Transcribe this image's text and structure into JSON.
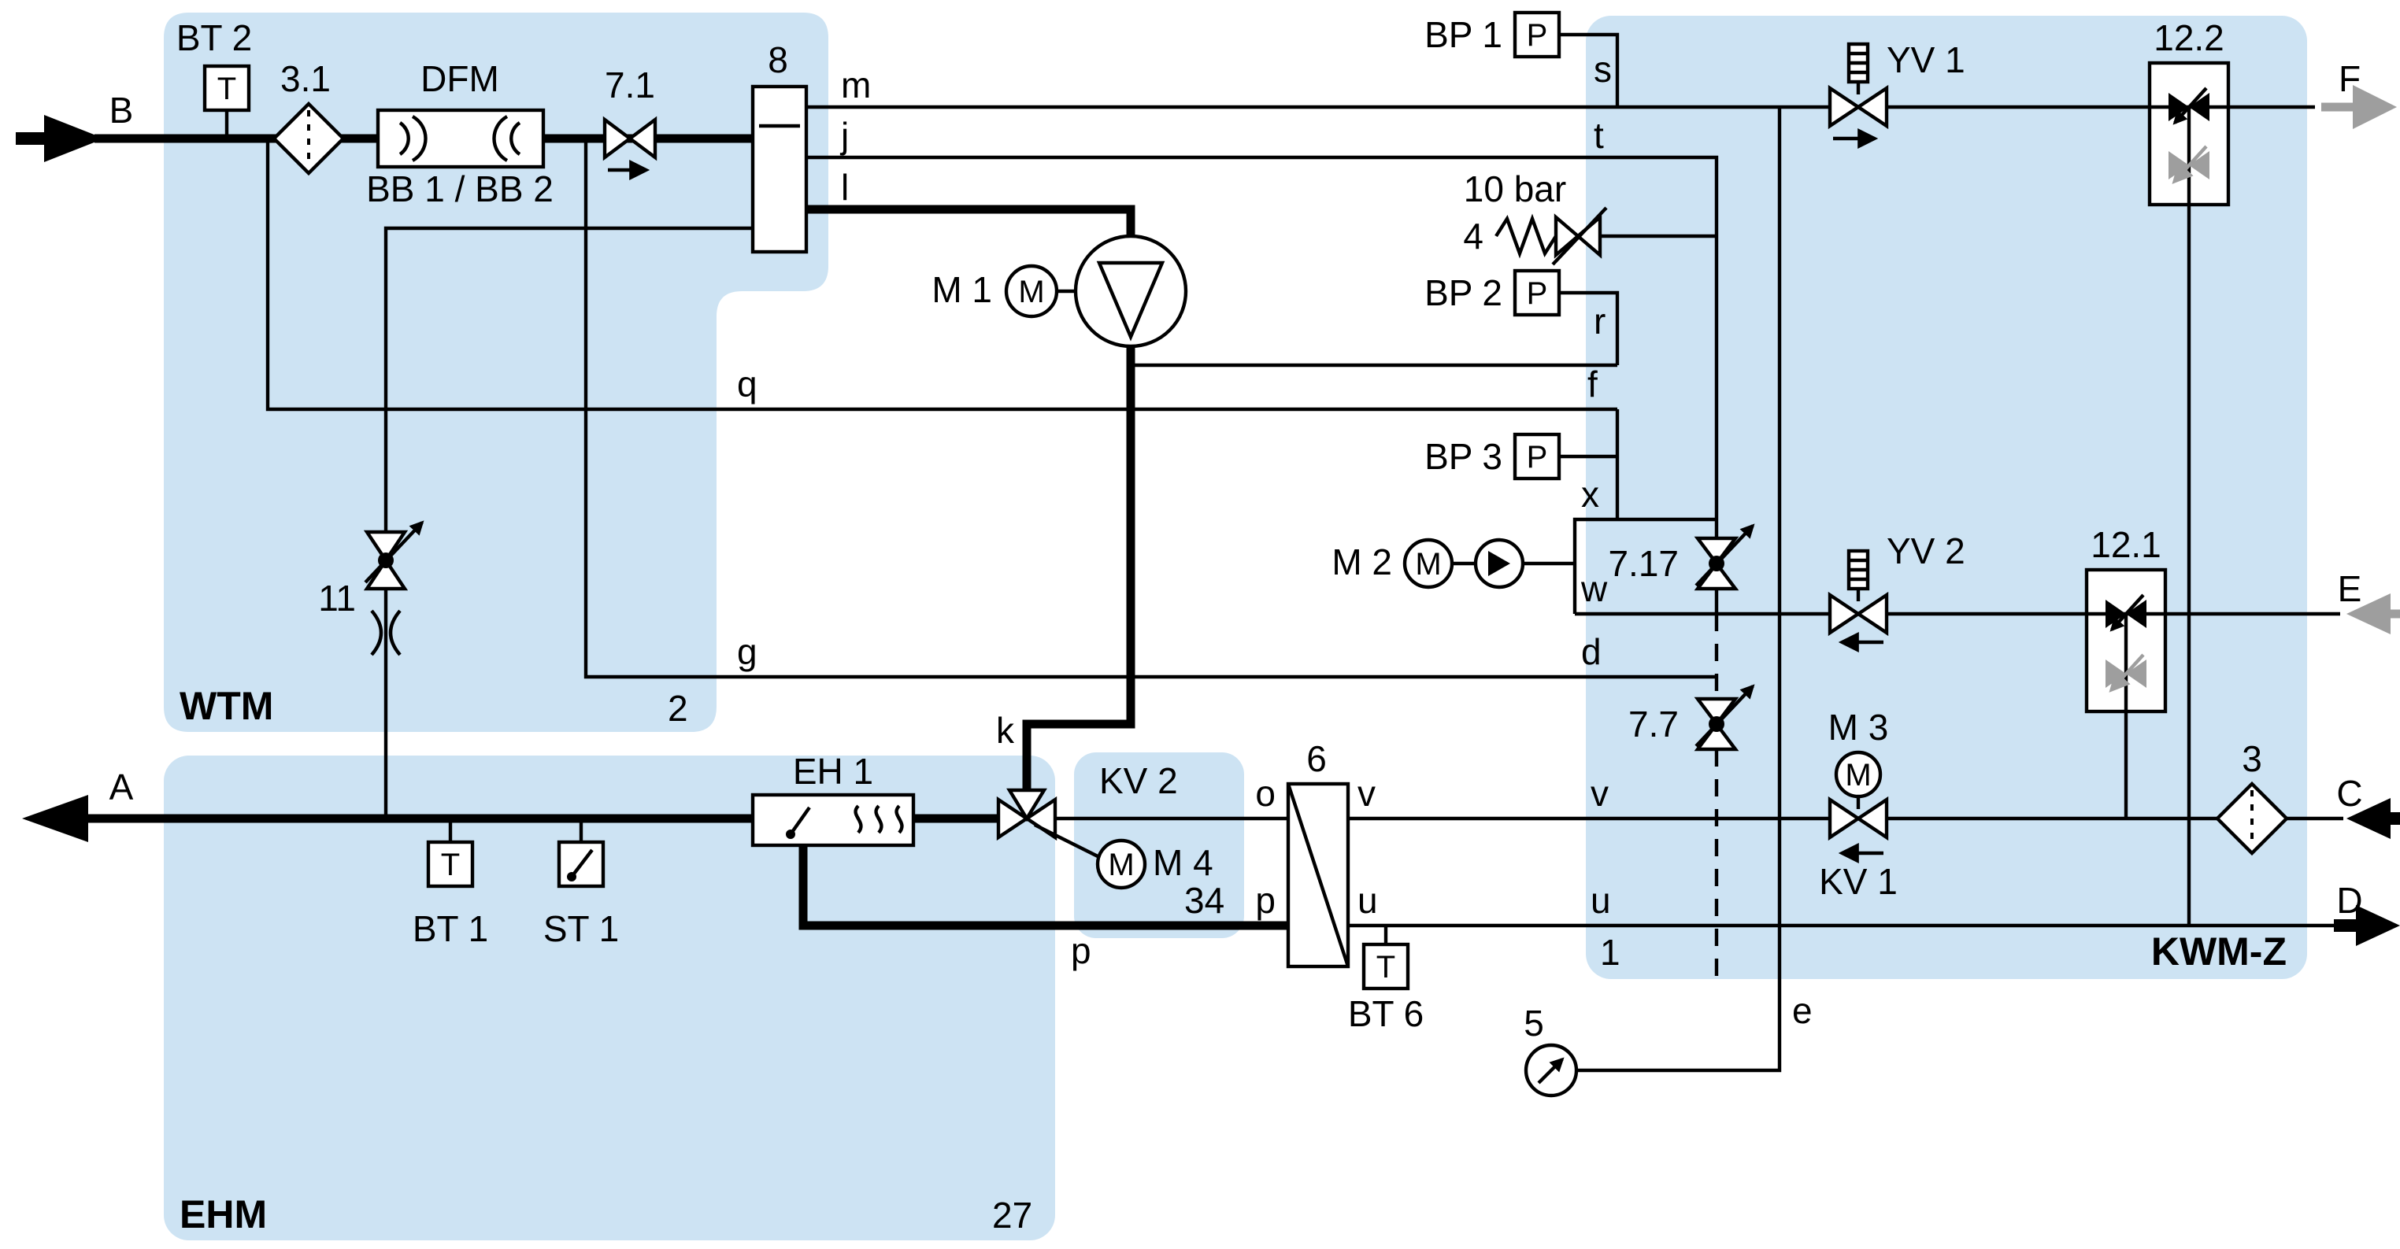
{
  "colors": {
    "region": "#cde3f3",
    "line": "#000000",
    "gray": "#9e9e9e",
    "background": "#ffffff"
  },
  "modules": {
    "wtm": {
      "name": "WTM",
      "number": "2"
    },
    "ehm": {
      "name": "EHM",
      "number": "27"
    },
    "kv2": {
      "name": "KV 2",
      "number": "34"
    },
    "kwmz": {
      "name": "KWM-Z",
      "number": "1"
    }
  },
  "ports": {
    "a": "A",
    "b": "B",
    "c": "C",
    "d": "D",
    "e": "E",
    "f": "F"
  },
  "components": {
    "bt1": "BT 1",
    "bt2": "BT 2",
    "bt6": "BT 6",
    "st1": "ST 1",
    "bp1": "BP 1",
    "bp2": "BP 2",
    "bp3": "BP 3",
    "m1": "M 1",
    "m2": "M 2",
    "m3": "M 3",
    "m4": "M 4",
    "yv1": "YV 1",
    "yv2": "YV 2",
    "kv1": "KV 1",
    "dfm": "DFM",
    "bb12": "BB 1 / BB 2",
    "eh1": "EH 1",
    "v71": "7.1",
    "v717": "7.17",
    "v77": "7.7",
    "v11": "11",
    "c122": "12.2",
    "c121": "12.1",
    "f31": "3.1",
    "f3": "3",
    "n4": "4",
    "n5": "5",
    "n6": "6",
    "n8": "8",
    "pressure_rating": "10 bar",
    "t": "T",
    "p": "P",
    "m": "M"
  },
  "letters": {
    "m": "m",
    "j": "j",
    "l": "l",
    "s": "s",
    "t": "t",
    "q": "q",
    "f": "f",
    "r": "r",
    "x": "x",
    "w": "w",
    "g": "g",
    "d": "d",
    "k": "k",
    "o": "o",
    "p": "p",
    "v": "v",
    "u": "u",
    "e": "e"
  }
}
